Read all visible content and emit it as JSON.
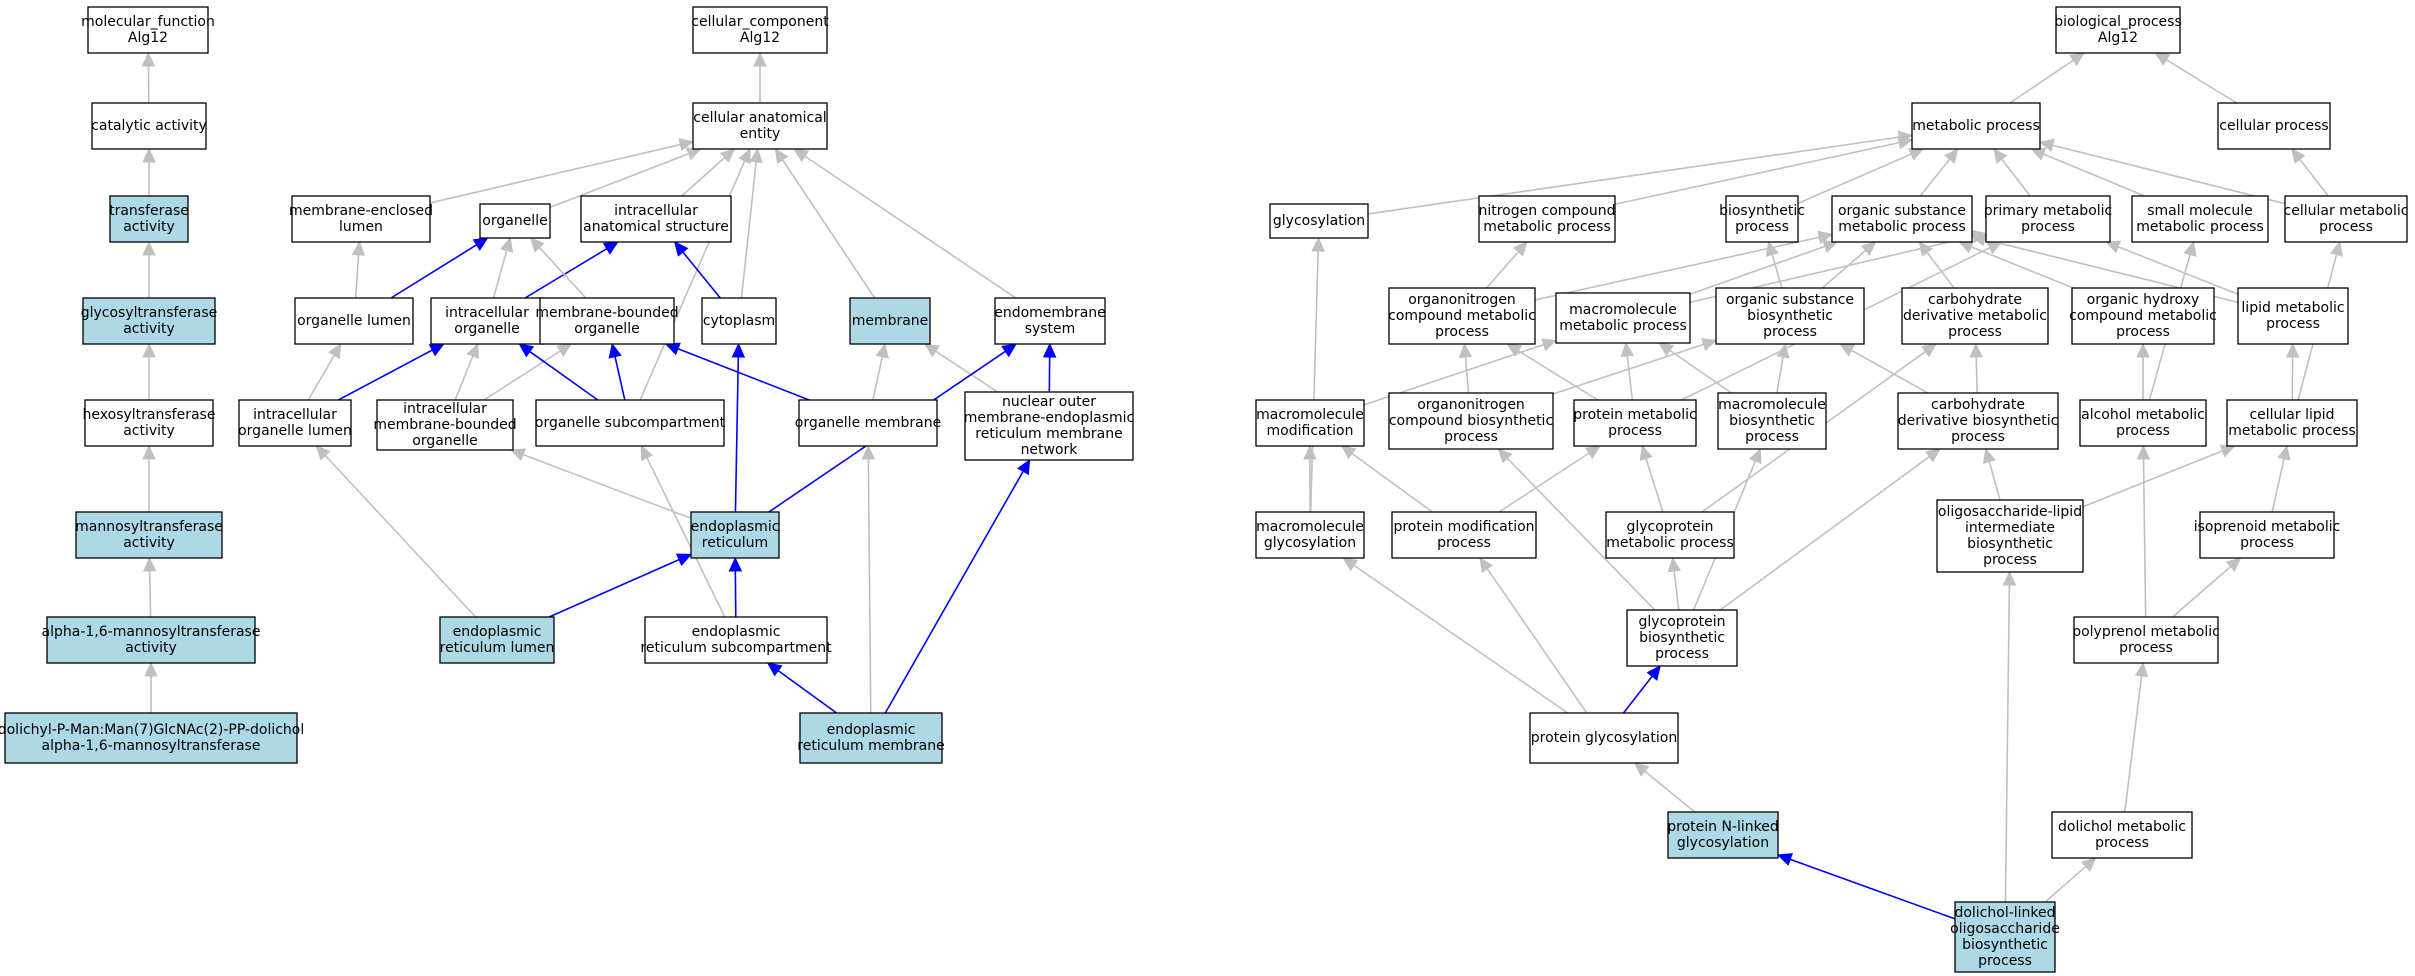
{
  "colors": {
    "highlight": "#add8e6",
    "plain": "#ffffff",
    "edge_grey": "#c0c0c0",
    "edge_blue": "#0000ff"
  },
  "nodes": {
    "mf_root": [
      "molecular_function",
      "Alg12"
    ],
    "catalytic": [
      "catalytic activity"
    ],
    "transferase": [
      "transferase",
      "activity"
    ],
    "glycosyltransferase": [
      "glycosyltransferase",
      "activity"
    ],
    "hexosyltransferase": [
      "hexosyltransferase",
      "activity"
    ],
    "mannosyltransferase": [
      "mannosyltransferase",
      "activity"
    ],
    "a16mannosyltransferase": [
      "alpha-1,6-mannosyltransferase",
      "activity"
    ],
    "dolichyl": [
      "dolichyl-P-Man:Man(7)GlcNAc(2)-PP-dolichol",
      "alpha-1,6-mannosyltransferase"
    ],
    "cc_root": [
      "cellular_component",
      "Alg12"
    ],
    "cae": [
      "cellular anatomical",
      "entity"
    ],
    "mem_enclosed_lumen": [
      "membrane-enclosed",
      "lumen"
    ],
    "organelle": [
      "organelle"
    ],
    "ias": [
      "intracellular",
      "anatomical structure"
    ],
    "organelle_lumen": [
      "organelle lumen"
    ],
    "intra_organelle": [
      "intracellular",
      "organelle"
    ],
    "mem_bounded_organelle": [
      "membrane-bounded",
      "organelle"
    ],
    "cytoplasm": [
      "cytoplasm"
    ],
    "membrane": [
      "membrane"
    ],
    "endomembrane": [
      "endomembrane",
      "system"
    ],
    "intra_organelle_lumen": [
      "intracellular",
      "organelle lumen"
    ],
    "intra_mb_organelle": [
      "intracellular",
      "membrane-bounded",
      "organelle"
    ],
    "organelle_subcomp": [
      "organelle subcompartment"
    ],
    "organelle_membrane": [
      "organelle membrane"
    ],
    "nuclear_outer": [
      "nuclear outer",
      "membrane-endoplasmic",
      "reticulum membrane",
      "network"
    ],
    "er": [
      "endoplasmic",
      "reticulum"
    ],
    "er_lumen": [
      "endoplasmic",
      "reticulum lumen"
    ],
    "er_subcomp": [
      "endoplasmic",
      "reticulum subcompartment"
    ],
    "er_membrane": [
      "endoplasmic",
      "reticulum membrane"
    ],
    "bp_root": [
      "biological_process",
      "Alg12"
    ],
    "metabolic": [
      "metabolic process"
    ],
    "cellular_process": [
      "cellular process"
    ],
    "glycosylation": [
      "glycosylation"
    ],
    "nitrogen_compound": [
      "nitrogen compound",
      "metabolic process"
    ],
    "biosynthetic": [
      "biosynthetic",
      "process"
    ],
    "organic_subst_met": [
      "organic substance",
      "metabolic process"
    ],
    "primary_met": [
      "primary metabolic",
      "process"
    ],
    "small_molecule": [
      "small molecule",
      "metabolic process"
    ],
    "cellular_met": [
      "cellular metabolic",
      "process"
    ],
    "organonitrogen_met": [
      "organonitrogen",
      "compound metabolic",
      "process"
    ],
    "macromolecule_met": [
      "macromolecule",
      "metabolic process"
    ],
    "organic_subst_bio": [
      "organic substance",
      "biosynthetic",
      "process"
    ],
    "carbo_deriv_met": [
      "carbohydrate",
      "derivative metabolic",
      "process"
    ],
    "organic_hydroxy": [
      "organic hydroxy",
      "compound metabolic",
      "process"
    ],
    "lipid_met": [
      "lipid metabolic",
      "process"
    ],
    "macromolecule_mod": [
      "macromolecule",
      "modification"
    ],
    "organonitrogen_bio": [
      "organonitrogen",
      "compound biosynthetic",
      "process"
    ],
    "protein_met": [
      "protein metabolic",
      "process"
    ],
    "macromolecule_bio": [
      "macromolecule",
      "biosynthetic",
      "process"
    ],
    "carbo_deriv_bio": [
      "carbohydrate",
      "derivative biosynthetic",
      "process"
    ],
    "alcohol_met": [
      "alcohol metabolic",
      "process"
    ],
    "cellular_lipid": [
      "cellular lipid",
      "metabolic process"
    ],
    "macromolecule_glyc": [
      "macromolecule",
      "glycosylation"
    ],
    "protein_mod": [
      "protein modification",
      "process"
    ],
    "glycoprotein_met": [
      "glycoprotein",
      "metabolic process"
    ],
    "oligo_lipid": [
      "oligosaccharide-lipid",
      "intermediate",
      "biosynthetic",
      "process"
    ],
    "isoprenoid": [
      "isoprenoid metabolic",
      "process"
    ],
    "glycoprotein_bio": [
      "glycoprotein",
      "biosynthetic",
      "process"
    ],
    "polyprenol": [
      "polyprenol metabolic",
      "process"
    ],
    "protein_glyc": [
      "protein glycosylation"
    ],
    "protein_n_linked": [
      "protein N-linked",
      "glycosylation"
    ],
    "dolichol_met": [
      "dolichol metabolic",
      "process"
    ],
    "dolichol_linked": [
      "dolichol-linked",
      "oligosaccharide",
      "biosynthetic",
      "process"
    ]
  },
  "highlighted": [
    "transferase",
    "glycosyltransferase",
    "mannosyltransferase",
    "a16mannosyltransferase",
    "dolichyl",
    "membrane",
    "er",
    "er_lumen",
    "er_membrane",
    "protein_n_linked",
    "dolichol_linked"
  ],
  "edges": [
    [
      "catalytic",
      "mf_root",
      "grey"
    ],
    [
      "transferase",
      "catalytic",
      "grey"
    ],
    [
      "glycosyltransferase",
      "transferase",
      "grey"
    ],
    [
      "hexosyltransferase",
      "glycosyltransferase",
      "grey"
    ],
    [
      "mannosyltransferase",
      "hexosyltransferase",
      "grey"
    ],
    [
      "a16mannosyltransferase",
      "mannosyltransferase",
      "grey"
    ],
    [
      "dolichyl",
      "a16mannosyltransferase",
      "grey"
    ],
    [
      "cae",
      "cc_root",
      "grey"
    ],
    [
      "mem_enclosed_lumen",
      "cae",
      "grey"
    ],
    [
      "organelle",
      "cae",
      "grey"
    ],
    [
      "ias",
      "cae",
      "grey"
    ],
    [
      "cytoplasm",
      "cae",
      "grey"
    ],
    [
      "membrane",
      "cae",
      "grey"
    ],
    [
      "endomembrane",
      "cae",
      "grey"
    ],
    [
      "organelle_subcomp",
      "cae",
      "grey"
    ],
    [
      "organelle_lumen",
      "mem_enclosed_lumen",
      "grey"
    ],
    [
      "organelle_lumen",
      "organelle",
      "blue"
    ],
    [
      "intra_organelle",
      "organelle",
      "grey"
    ],
    [
      "intra_organelle",
      "ias",
      "blue"
    ],
    [
      "mem_bounded_organelle",
      "organelle",
      "grey"
    ],
    [
      "cytoplasm",
      "ias",
      "blue"
    ],
    [
      "intra_organelle_lumen",
      "organelle_lumen",
      "grey"
    ],
    [
      "intra_organelle_lumen",
      "intra_organelle",
      "blue"
    ],
    [
      "intra_mb_organelle",
      "intra_organelle",
      "grey"
    ],
    [
      "intra_mb_organelle",
      "mem_bounded_organelle",
      "grey"
    ],
    [
      "organelle_subcomp",
      "intra_organelle",
      "blue"
    ],
    [
      "organelle_subcomp",
      "mem_bounded_organelle",
      "blue"
    ],
    [
      "organelle_membrane",
      "mem_bounded_organelle",
      "blue"
    ],
    [
      "organelle_membrane",
      "membrane",
      "grey"
    ],
    [
      "nuclear_outer",
      "endomembrane",
      "blue"
    ],
    [
      "nuclear_outer",
      "membrane",
      "grey"
    ],
    [
      "er",
      "intra_mb_organelle",
      "grey"
    ],
    [
      "er",
      "cytoplasm",
      "blue"
    ],
    [
      "er",
      "endomembrane",
      "blue"
    ],
    [
      "er_lumen",
      "intra_organelle_lumen",
      "grey"
    ],
    [
      "er_lumen",
      "er",
      "blue"
    ],
    [
      "er_subcomp",
      "er",
      "blue"
    ],
    [
      "er_subcomp",
      "organelle_subcomp",
      "grey"
    ],
    [
      "er_membrane",
      "er_subcomp",
      "blue"
    ],
    [
      "er_membrane",
      "organelle_membrane",
      "grey"
    ],
    [
      "er_membrane",
      "nuclear_outer",
      "blue"
    ],
    [
      "metabolic",
      "bp_root",
      "grey"
    ],
    [
      "cellular_process",
      "bp_root",
      "grey"
    ],
    [
      "glycosylation",
      "metabolic",
      "grey"
    ],
    [
      "nitrogen_compound",
      "metabolic",
      "grey"
    ],
    [
      "biosynthetic",
      "metabolic",
      "grey"
    ],
    [
      "organic_subst_met",
      "metabolic",
      "grey"
    ],
    [
      "primary_met",
      "metabolic",
      "grey"
    ],
    [
      "small_molecule",
      "metabolic",
      "grey"
    ],
    [
      "cellular_met",
      "metabolic",
      "grey"
    ],
    [
      "cellular_met",
      "cellular_process",
      "grey"
    ],
    [
      "organonitrogen_met",
      "nitrogen_compound",
      "grey"
    ],
    [
      "organonitrogen_met",
      "organic_subst_met",
      "grey"
    ],
    [
      "macromolecule_met",
      "organic_subst_met",
      "grey"
    ],
    [
      "macromolecule_met",
      "primary_met",
      "grey"
    ],
    [
      "organic_subst_bio",
      "biosynthetic",
      "grey"
    ],
    [
      "organic_subst_bio",
      "organic_subst_met",
      "grey"
    ],
    [
      "carbo_deriv_met",
      "organic_subst_met",
      "grey"
    ],
    [
      "organic_hydroxy",
      "organic_subst_met",
      "grey"
    ],
    [
      "lipid_met",
      "organic_subst_met",
      "grey"
    ],
    [
      "lipid_met",
      "primary_met",
      "grey"
    ],
    [
      "macromolecule_mod",
      "macromolecule_met",
      "grey"
    ],
    [
      "organonitrogen_bio",
      "organonitrogen_met",
      "grey"
    ],
    [
      "organonitrogen_bio",
      "organic_subst_bio",
      "grey"
    ],
    [
      "protein_met",
      "organonitrogen_met",
      "grey"
    ],
    [
      "protein_met",
      "macromolecule_met",
      "grey"
    ],
    [
      "protein_met",
      "primary_met",
      "grey"
    ],
    [
      "macromolecule_bio",
      "macromolecule_met",
      "grey"
    ],
    [
      "macromolecule_bio",
      "organic_subst_bio",
      "grey"
    ],
    [
      "carbo_deriv_bio",
      "organic_subst_bio",
      "grey"
    ],
    [
      "carbo_deriv_bio",
      "carbo_deriv_met",
      "grey"
    ],
    [
      "alcohol_met",
      "organic_hydroxy",
      "grey"
    ],
    [
      "alcohol_met",
      "small_molecule",
      "grey"
    ],
    [
      "cellular_lipid",
      "lipid_met",
      "grey"
    ],
    [
      "cellular_lipid",
      "cellular_met",
      "grey"
    ],
    [
      "macromolecule_glyc",
      "glycosylation",
      "grey"
    ],
    [
      "macromolecule_glyc",
      "macromolecule_mod",
      "grey"
    ],
    [
      "protein_mod",
      "macromolecule_mod",
      "grey"
    ],
    [
      "protein_mod",
      "protein_met",
      "grey"
    ],
    [
      "glycoprotein_met",
      "protein_met",
      "grey"
    ],
    [
      "glycoprotein_met",
      "carbo_deriv_met",
      "grey"
    ],
    [
      "oligo_lipid",
      "carbo_deriv_bio",
      "grey"
    ],
    [
      "oligo_lipid",
      "cellular_lipid",
      "grey"
    ],
    [
      "isoprenoid",
      "cellular_lipid",
      "grey"
    ],
    [
      "glycoprotein_bio",
      "glycoprotein_met",
      "grey"
    ],
    [
      "glycoprotein_bio",
      "organonitrogen_bio",
      "grey"
    ],
    [
      "glycoprotein_bio",
      "macromolecule_bio",
      "grey"
    ],
    [
      "glycoprotein_bio",
      "carbo_deriv_bio",
      "grey"
    ],
    [
      "polyprenol",
      "isoprenoid",
      "grey"
    ],
    [
      "polyprenol",
      "alcohol_met",
      "grey"
    ],
    [
      "protein_glyc",
      "macromolecule_glyc",
      "grey"
    ],
    [
      "protein_glyc",
      "protein_mod",
      "grey"
    ],
    [
      "protein_glyc",
      "glycoprotein_bio",
      "blue"
    ],
    [
      "protein_n_linked",
      "protein_glyc",
      "grey"
    ],
    [
      "dolichol_met",
      "polyprenol",
      "grey"
    ],
    [
      "dolichol_linked",
      "protein_n_linked",
      "blue"
    ],
    [
      "dolichol_linked",
      "oligo_lipid",
      "grey"
    ],
    [
      "dolichol_linked",
      "dolichol_met",
      "grey"
    ]
  ]
}
